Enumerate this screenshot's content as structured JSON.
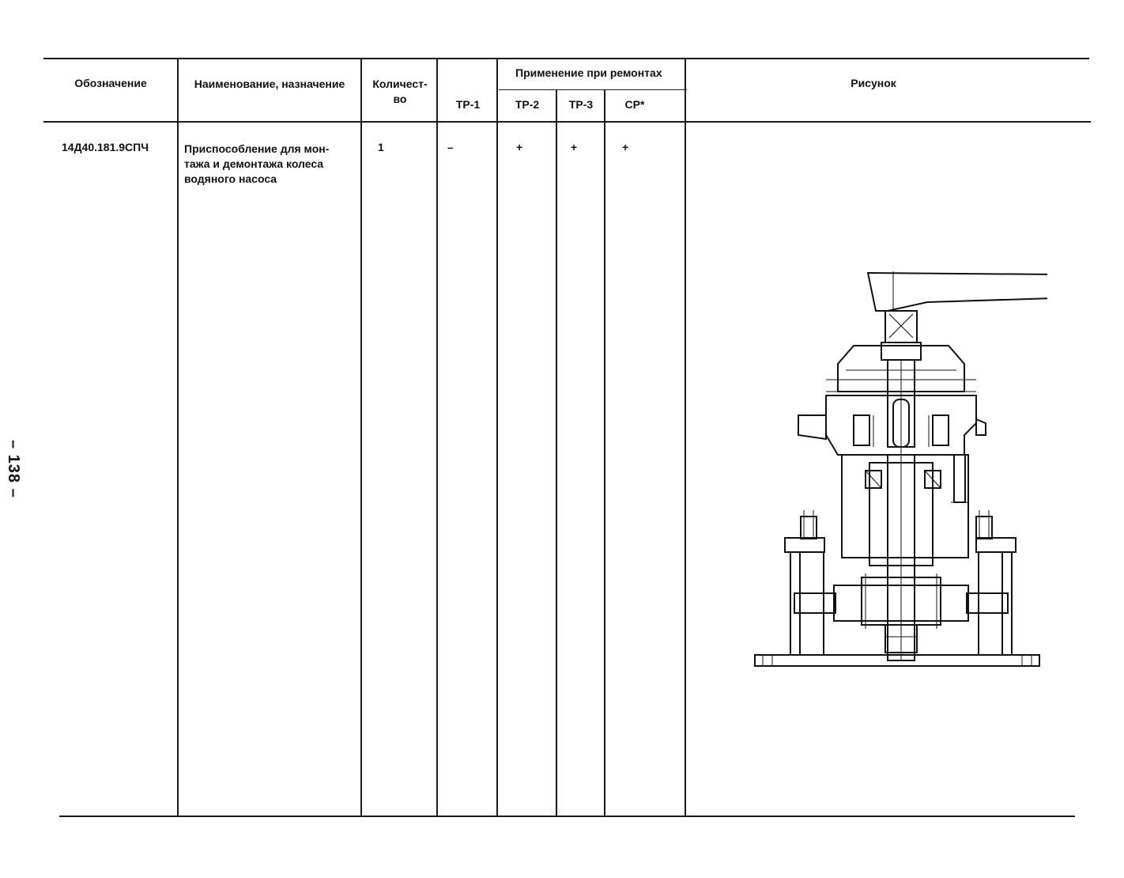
{
  "page_number": "– 138 –",
  "table": {
    "headers": {
      "designation": "Обозначение",
      "name": "Наименование, назначение",
      "quantity_line1": "Количест-",
      "quantity_line2": "во",
      "application_group": "Применение при ремонтах",
      "tr1": "ТР-1",
      "tr2": "ТР-2",
      "tr3": "ТР-3",
      "sr": "СР*",
      "figure": "Рисунок"
    },
    "rows": [
      {
        "designation": "14Д40.181.9СПЧ",
        "name_line1": "Приспособление для мон-",
        "name_line2": "тажа и демонтажа колеса",
        "name_line3": "водяного насоса",
        "quantity": "1",
        "tr1": "–",
        "tr2": "+",
        "tr3": "+",
        "sr": "+",
        "figure_icon": "water-pump-impeller-fixture-drawing"
      }
    ]
  }
}
